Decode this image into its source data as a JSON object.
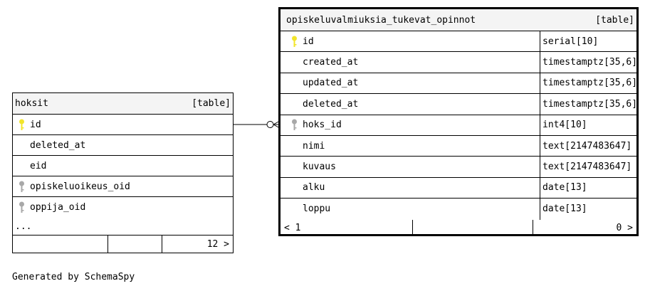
{
  "hoksit": {
    "name": "hoksit",
    "tag": "[table]",
    "columns": [
      {
        "name": "id",
        "key": "primary"
      },
      {
        "name": "deleted_at",
        "key": "none"
      },
      {
        "name": "eid",
        "key": "none"
      },
      {
        "name": "opiskeluoikeus_oid",
        "key": "foreign"
      },
      {
        "name": "oppija_oid",
        "key": "foreign"
      }
    ],
    "more": "...",
    "footer_count": "12 >"
  },
  "main_table": {
    "name": "opiskeluvalmiuksia_tukevat_opinnot",
    "tag": "[table]",
    "columns": [
      {
        "name": "id",
        "type": "serial[10]",
        "key": "primary"
      },
      {
        "name": "created_at",
        "type": "timestamptz[35,6]",
        "key": "none"
      },
      {
        "name": "updated_at",
        "type": "timestamptz[35,6]",
        "key": "none"
      },
      {
        "name": "deleted_at",
        "type": "timestamptz[35,6]",
        "key": "none"
      },
      {
        "name": "hoks_id",
        "type": "int4[10]",
        "key": "foreign"
      },
      {
        "name": "nimi",
        "type": "text[2147483647]",
        "key": "none"
      },
      {
        "name": "kuvaus",
        "type": "text[2147483647]",
        "key": "none"
      },
      {
        "name": "alku",
        "type": "date[13]",
        "key": "none"
      },
      {
        "name": "loppu",
        "type": "date[13]",
        "key": "none"
      }
    ],
    "footer_left": "< 1",
    "footer_right": "0 >"
  },
  "colors": {
    "primary_key": "#f2e52a",
    "foreign_key": "#a8a8a8",
    "line": "#000000"
  },
  "icons": {
    "primary_key": "key-icon",
    "foreign_key": "key-icon"
  },
  "credit": "Generated by SchemaSpy"
}
